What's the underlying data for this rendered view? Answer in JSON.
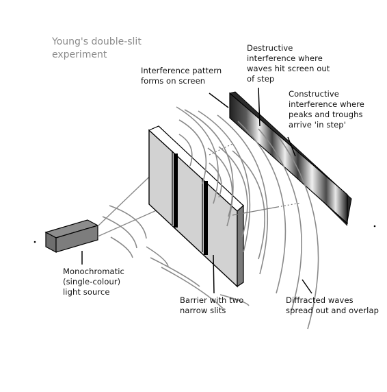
{
  "title": "Young's double-slit\nexperiment",
  "labels": {
    "interference_pattern": "Interference pattern\nforms on screen",
    "destructive": "Destructive\ninterference where\nwaves hit screen out\nof step",
    "constructive": "Constructive\ninterference where\npeaks and troughs\narrive 'in step'",
    "light_source": "Monochromatic\n(single-colour)\nlight source",
    "barrier": "Barrier with two\nnarrow slits",
    "diffracted": "Diffracted waves\nspread out and overlap"
  }
}
